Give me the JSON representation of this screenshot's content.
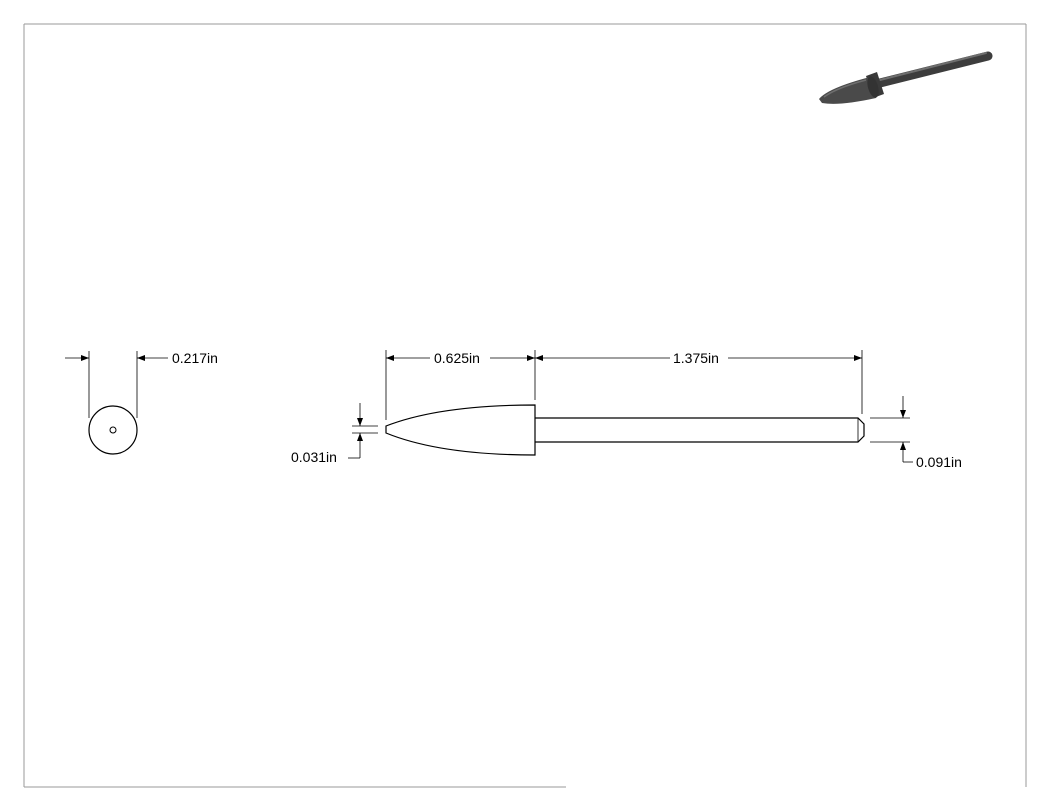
{
  "drawing": {
    "dimensions": {
      "end_view_diameter": "0.217in",
      "tip_length": "0.625in",
      "shank_length": "1.375in",
      "tip_diameter": "0.031in",
      "shank_diameter": "0.091in"
    },
    "colors": {
      "line": "#000000",
      "border": "#9a9a9a",
      "iso_body": "#4a4a4a",
      "iso_highlight": "#6e6e6e"
    }
  }
}
